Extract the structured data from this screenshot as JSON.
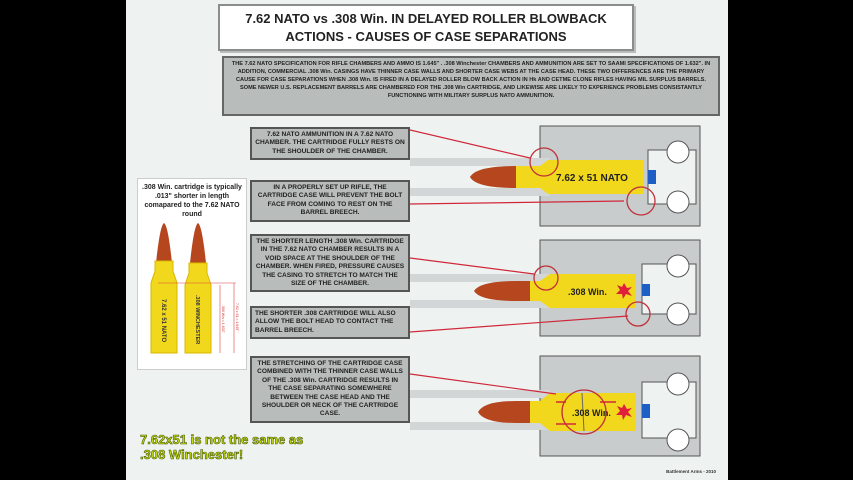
{
  "title": {
    "line1": "7.62 NATO vs .308 Win.  IN DELAYED ROLLER BLOWBACK",
    "line2": "ACTIONS - CAUSES OF CASE SEPARATIONS"
  },
  "summary": "THE 7.62 NATO SPECIFICATION FOR RIFLE CHAMBERS AND AMMO IS 1.645\" . .308 Winchester CHAMBERS AND AMMUNITION ARE SET TO SAAMI SPECIFICATIONS OF 1.632\". IN ADDITION, COMMERCIAL .308 Win. CASINGS HAVE THINNER CASE WALLS AND SHORTER CASE WEBS AT THE CASE HEAD. THESE TWO DIFFERENCES ARE THE PRIMARY CAUSE FOR CASE SEPARATIONS WHEN .308 Win. IS FIRED IN A DELAYED ROLLER BLOW BACK ACTION IN Hk AND CETME CLONE RIFLES HAVING MIL SURPLUS BARRELS. SOME NEWER U.S. REPLACEMENT BARRELS ARE CHAMBERED FOR THE .308 Win CARTRIDGE, AND LIKEWISE ARE LIKELY TO EXPERIENCE PROBLEMS CONSISTANTLY FUNCTIONING WITH MILITARY SURPLUS NATO AMMUNITION.",
  "callouts": [
    "7.62 NATO AMMUNITION IN A 7.62 NATO CHAMBER. THE CARTRIDGE FULLY RESTS ON THE SHOULDER OF THE CHAMBER.",
    "IN A PROPERLY SET UP RIFLE, THE CARTRIDGE CASE WILL PREVENT THE BOLT FACE FROM COMING TO REST ON THE BARREL BREECH.",
    "THE SHORTER LENGTH .308 Win. CARTRIDGE IN THE 7.62 NATO CHAMBER RESULTS IN A VOID SPACE AT THE SHOULDER OF THE CHAMBER. WHEN FIRED, PRESSURE CAUSES THE CASING TO STRETCH TO MATCH THE SIZE OF THE CHAMBER.",
    "THE SHORTER .308 CARTRIDGE WILL ALSO ALLOW THE BOLT HEAD TO CONTACT THE BARREL BREECH.",
    "THE STRETCHING OF THE CARTRIDGE CASE COMBINED WITH THE THINNER CASE WALLS OF THE .308 Win. CARTRIDGE RESULTS IN THE CASE SEPARATING SOMEWHERE BETWEEN THE CASE HEAD AND THE SHOULDER OR NECK OF THE CARTRIDGE CASE."
  ],
  "left_panel": {
    "caption": ".308 Win. cartridge is typically .013\" shorter in length comapared to the 7.62 NATO round",
    "cartridge1": "7.62 x 51  NATO",
    "cartridge2": ".308 WINCHESTER",
    "dim1": ".308 Win = 1.632\"",
    "dim2": "7.62 x 51 = 1.645\""
  },
  "diagrams": [
    {
      "label": "7.62 x 51   NATO"
    },
    {
      "label": ".308 Win."
    },
    {
      "label": ".308 Win."
    }
  ],
  "note": {
    "line1": "7.62x51 is  not the same as",
    "line2": ".308 Winchester!"
  },
  "footer": "Battlement Arms - 2010",
  "colors": {
    "brass": "#f2d81c",
    "bullet": "#b6461e",
    "arrow": "#d0283a",
    "steel": "#c8cccc",
    "note": "#c4dc10"
  }
}
